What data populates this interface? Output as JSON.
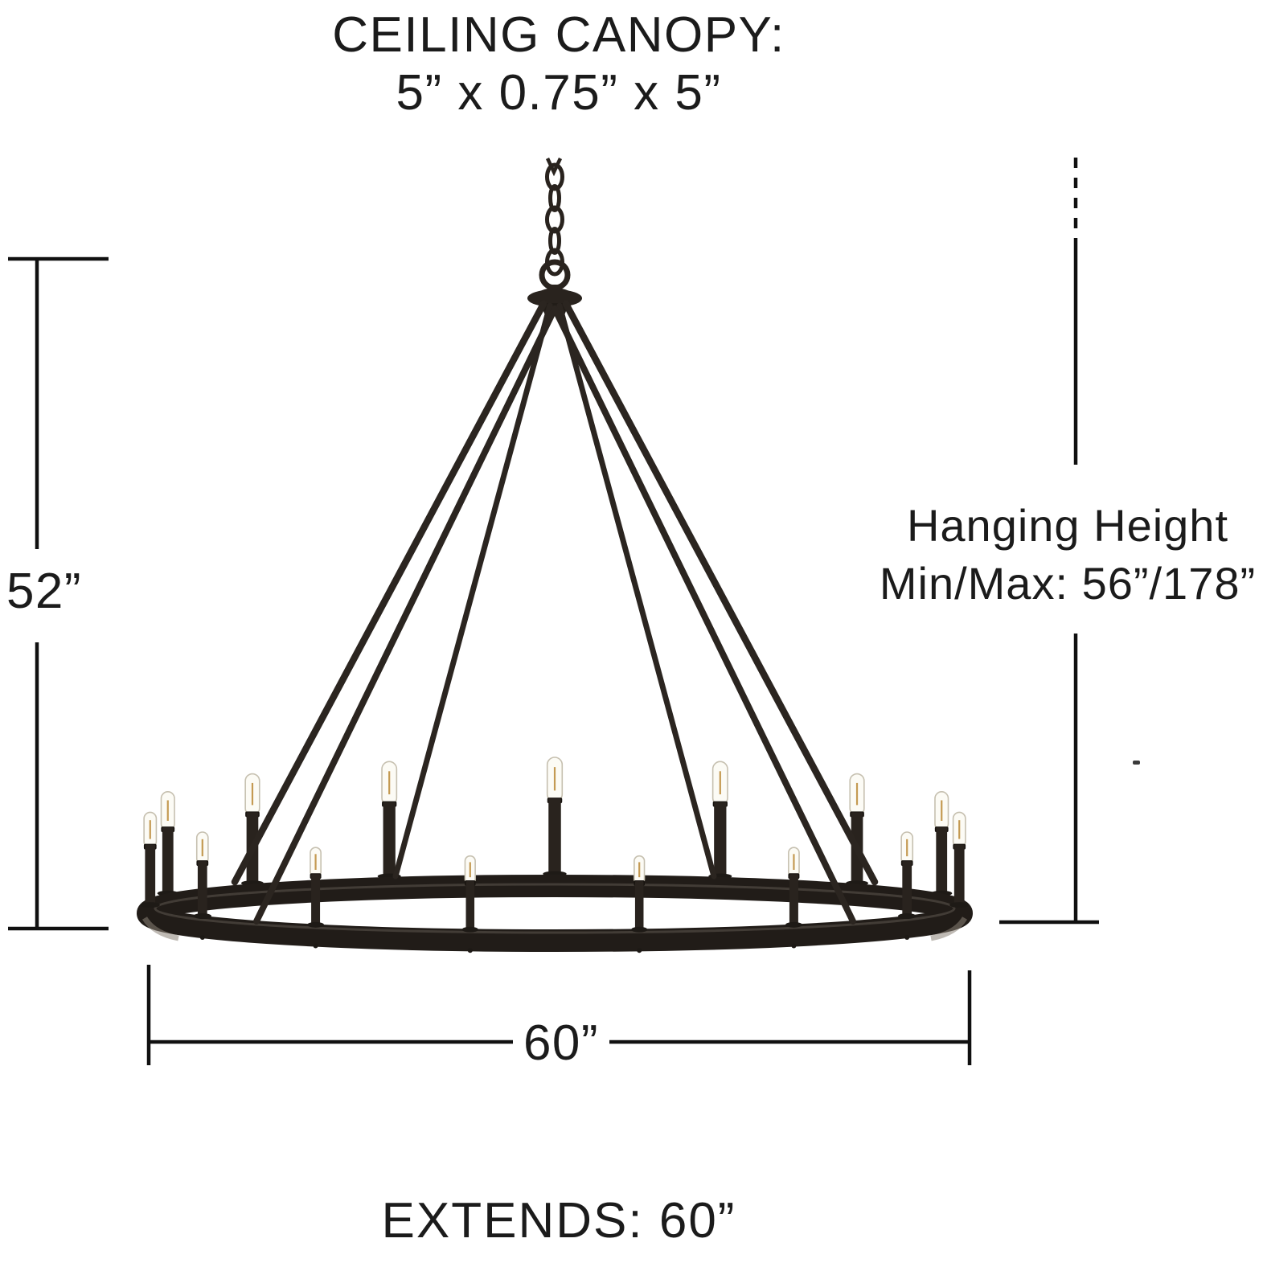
{
  "title": {
    "line1": "CEILING CANOPY:",
    "line2": "5” x 0.75” x 5”"
  },
  "dimensions": {
    "height_label": "52”",
    "hanging_line1": "Hanging Height",
    "hanging_line2": "Min/Max: 56”/178”",
    "width_label": "60”",
    "extends_label": "EXTENDS: 60”"
  },
  "fixture": {
    "type": "wagon-wheel chandelier",
    "light_count": 15,
    "finish_color": "#29231e",
    "band_color": "#211c18",
    "bulb_glass_color": "#fcfbf5",
    "bulb_filament_color": "#c49a52",
    "line_color": "#101010"
  }
}
